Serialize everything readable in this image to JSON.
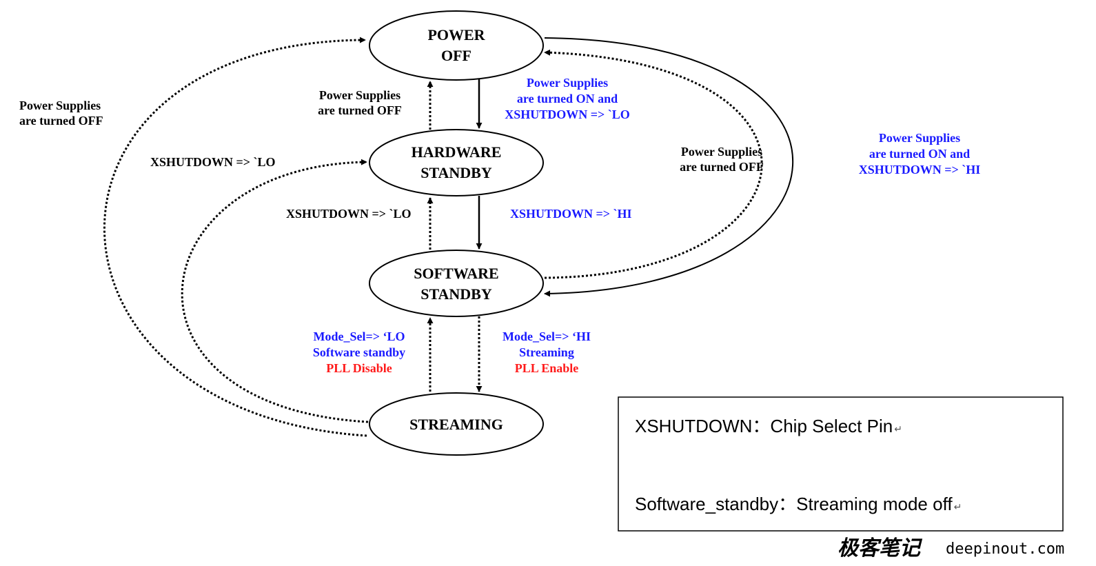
{
  "states": [
    {
      "id": "power-off",
      "lines": [
        "POWER",
        "OFF"
      ]
    },
    {
      "id": "hardware-standby",
      "lines": [
        "HARDWARE",
        "STANDBY"
      ]
    },
    {
      "id": "software-standby",
      "lines": [
        "SOFTWARE",
        "STANDBY"
      ]
    },
    {
      "id": "streaming",
      "lines": [
        "STREAMING"
      ]
    }
  ],
  "transitions": {
    "far_left_off": [
      "Power Supplies",
      "are turned OFF"
    ],
    "hw_to_off": [
      "Power Supplies",
      "are turned OFF"
    ],
    "off_to_hw": [
      "Power Supplies",
      "are turned ON and",
      "XSHUTDOWN => `LO"
    ],
    "stream_to_hw": "XSHUTDOWN => `LO",
    "sw_to_hw": "XSHUTDOWN => `LO",
    "hw_to_sw": "XSHUTDOWN => `HI",
    "sw_to_off": [
      "Power Supplies",
      "are turned OFF"
    ],
    "off_to_sw": [
      "Power Supplies",
      "are turned ON and",
      "XSHUTDOWN => `HI"
    ],
    "stream_to_sw": [
      "Mode_Sel=> ‘LO",
      "Software standby",
      "PLL Disable"
    ],
    "sw_to_stream": [
      "Mode_Sel=> ‘HI",
      "Streaming",
      "PLL Enable"
    ]
  },
  "legend": {
    "line1": "XSHUTDOWN：Chip Select Pin",
    "line2": "Software_standby：Streaming mode off",
    "return_mark": "↵"
  },
  "watermark": {
    "cn": "极客笔记",
    "en": "deepinout.com"
  },
  "colors": {
    "blue": "#1a1aff",
    "red": "#ff1a1a",
    "black": "#000000"
  }
}
